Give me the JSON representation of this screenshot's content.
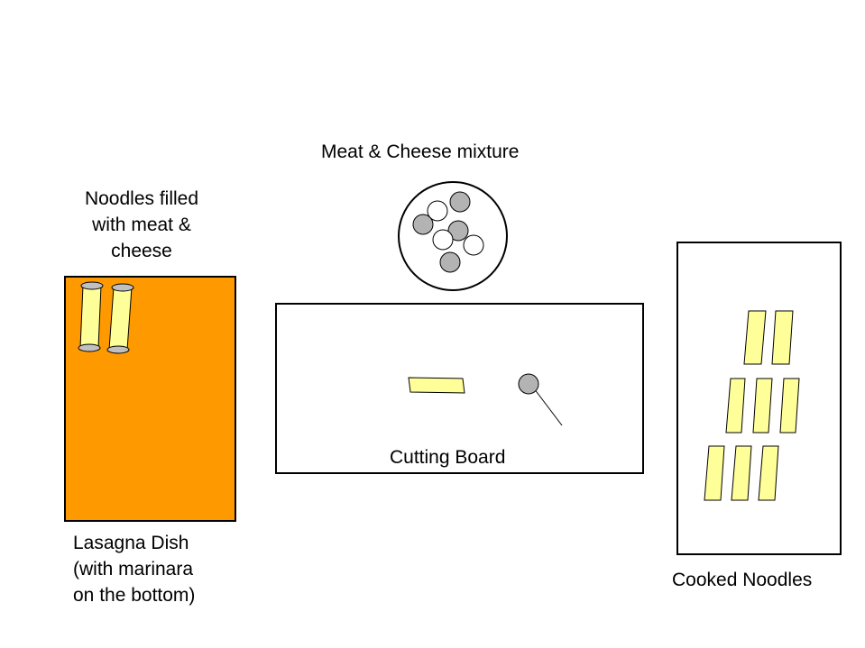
{
  "labels": {
    "mixture": "Meat & Cheese mixture",
    "filled_line1": "Noodles filled",
    "filled_line2": "with meat &",
    "filled_line3": "cheese",
    "board": "Cutting Board",
    "dish_line1": "Lasagna Dish",
    "dish_line2": "(with marinara",
    "dish_line3": "on the bottom)",
    "cooked": "Cooked Noodles"
  },
  "colors": {
    "dish": "#ff9900",
    "noodle": "#ffff99",
    "meat": "#b3b3b3",
    "cheese": "#ffffff"
  },
  "counts": {
    "filled_noodles": 2,
    "cooked_noodles": 8,
    "meat_balls": 5,
    "cheese_balls": 3
  }
}
